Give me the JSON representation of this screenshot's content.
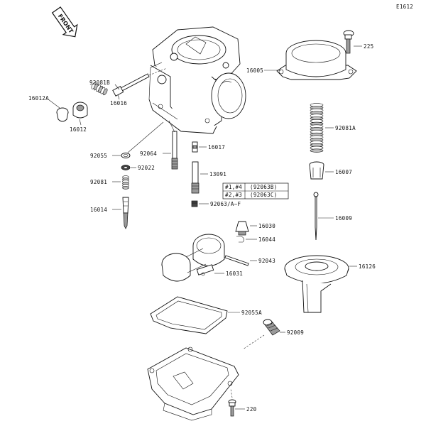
{
  "diagram_code": "E1612",
  "front_label": "FRONT",
  "parts": {
    "p225": "225",
    "p16005": "16005",
    "p92081A": "92081A",
    "p16007": "16007",
    "p16009": "16009",
    "p16126": "16126",
    "p92009": "92009",
    "p220": "220",
    "p92055A": "92055A",
    "p16031": "16031",
    "p92043": "92043",
    "p16044": "16044",
    "p16030": "16030",
    "p92063": "92063/A~F",
    "p13091": "13091",
    "p16017": "16017",
    "p92064": "92064",
    "p92055": "92055",
    "p92022": "92022",
    "p92081": "92081",
    "p16014": "16014",
    "p92081B": "92081B",
    "p16016": "16016",
    "p16012A": "16012A",
    "p16012": "16012"
  },
  "jet_table": {
    "row1_cyl": "#1,#4",
    "row1_part": "(92063B)",
    "row2_cyl": "#2,#3",
    "row2_part": "(92063C)"
  }
}
